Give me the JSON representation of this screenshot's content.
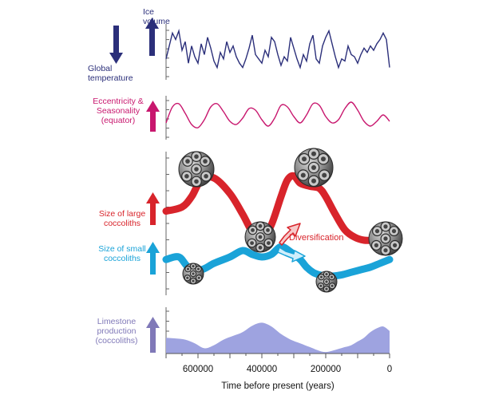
{
  "labels": {
    "ice_volume": "Ice volume",
    "global_temperature": "Global temperature",
    "eccentricity": "Eccentricity & Seasonality (equator)",
    "size_large": "Size of large coccoliths",
    "size_small": "Size of small coccoliths",
    "limestone": "Limestone production (coccoliths)",
    "diversification": "Diversification",
    "xlabel": "Time before present (years)"
  },
  "colors": {
    "ice": "#2b2f7a",
    "ecc": "#c8176e",
    "large": "#d8242b",
    "small": "#1aa3d8",
    "limestone_fill": "#9ea3e0",
    "limestone_text": "#8079b8",
    "axis": "#666666"
  },
  "chart_data": [
    {
      "type": "line",
      "xlim": [
        700000,
        0
      ],
      "xticks": [
        600000,
        400000,
        200000,
        0
      ],
      "series": [
        {
          "x": [
            700000,
            690000,
            680000,
            670000,
            660000,
            650000,
            640000,
            630000,
            620000,
            610000,
            600000,
            590000,
            580000,
            570000,
            560000,
            550000,
            540000,
            530000,
            520000,
            510000,
            500000,
            490000,
            480000,
            470000,
            460000,
            450000,
            440000,
            430000,
            420000,
            410000,
            400000,
            390000,
            380000,
            370000,
            360000,
            350000,
            340000,
            330000,
            320000,
            310000,
            300000,
            290000,
            280000,
            270000,
            260000,
            250000,
            240000,
            230000,
            220000,
            210000,
            200000,
            190000,
            180000,
            170000,
            160000,
            150000,
            140000,
            130000,
            120000,
            110000,
            100000,
            90000,
            80000,
            70000,
            60000,
            50000,
            40000,
            30000,
            20000,
            10000,
            0
          ],
          "y": [
            0.3,
            0.6,
            0.9,
            0.75,
            0.95,
            0.5,
            0.7,
            0.2,
            0.6,
            0.35,
            0.2,
            0.65,
            0.4,
            0.8,
            0.55,
            0.25,
            0.1,
            0.45,
            0.3,
            0.7,
            0.45,
            0.6,
            0.35,
            0.2,
            0.1,
            0.3,
            0.55,
            0.85,
            0.4,
            0.3,
            0.2,
            0.5,
            0.35,
            0.8,
            0.7,
            0.4,
            0.15,
            0.35,
            0.25,
            0.8,
            0.55,
            0.3,
            0.1,
            0.4,
            0.25,
            0.65,
            0.85,
            0.3,
            0.2,
            0.6,
            0.8,
            0.95,
            0.65,
            0.35,
            0.1,
            0.3,
            0.25,
            0.6,
            0.4,
            0.35,
            0.2,
            0.4,
            0.55,
            0.45,
            0.6,
            0.5,
            0.65,
            0.75,
            0.9,
            0.75,
            0.1
          ]
        }
      ]
    },
    {
      "type": "line",
      "xlim": [
        700000,
        0
      ],
      "xticks": [
        600000,
        400000,
        200000,
        0
      ],
      "series": [
        {
          "x": [
            700000,
            680000,
            660000,
            640000,
            620000,
            600000,
            580000,
            560000,
            540000,
            520000,
            500000,
            480000,
            460000,
            440000,
            420000,
            400000,
            380000,
            360000,
            340000,
            320000,
            300000,
            280000,
            260000,
            240000,
            220000,
            200000,
            180000,
            160000,
            140000,
            120000,
            100000,
            80000,
            60000,
            40000,
            20000,
            0
          ],
          "y": [
            0.3,
            0.8,
            0.9,
            0.6,
            0.25,
            0.15,
            0.4,
            0.8,
            0.9,
            0.65,
            0.35,
            0.25,
            0.45,
            0.75,
            0.7,
            0.4,
            0.2,
            0.45,
            0.85,
            0.8,
            0.5,
            0.3,
            0.55,
            0.9,
            0.85,
            0.5,
            0.3,
            0.4,
            0.75,
            0.95,
            0.7,
            0.35,
            0.2,
            0.35,
            0.55,
            0.35
          ]
        }
      ]
    },
    {
      "type": "line",
      "xlim": [
        700000,
        0
      ],
      "xticks": [
        600000,
        400000,
        200000,
        0
      ],
      "series": [
        {
          "x": [
            700000,
            650000,
            620000,
            590000,
            550000,
            500000,
            460000,
            430000,
            400000,
            370000,
            340000,
            320000,
            300000,
            280000,
            250000,
            220000,
            200000,
            170000,
            140000,
            110000,
            80000,
            50000,
            20000,
            0
          ],
          "y": [
            0.58,
            0.62,
            0.72,
            0.88,
            0.9,
            0.75,
            0.55,
            0.38,
            0.3,
            0.45,
            0.72,
            0.88,
            0.92,
            0.85,
            0.82,
            0.8,
            0.72,
            0.55,
            0.4,
            0.33,
            0.3,
            0.3,
            0.3,
            0.3
          ]
        },
        {
          "x": [
            700000,
            660000,
            630000,
            590000,
            550000,
            500000,
            460000,
            430000,
            400000,
            370000,
            340000,
            310000,
            280000,
            260000,
            240000,
            220000,
            200000,
            180000,
            150000,
            120000,
            90000,
            60000,
            30000,
            0
          ],
          "y": [
            0.28,
            0.3,
            0.22,
            0.2,
            0.25,
            0.3,
            0.35,
            0.32,
            0.3,
            0.32,
            0.38,
            0.34,
            0.28,
            0.22,
            0.18,
            0.16,
            0.15,
            0.15,
            0.16,
            0.18,
            0.2,
            0.22,
            0.25,
            0.28
          ]
        }
      ]
    },
    {
      "type": "area",
      "xlim": [
        700000,
        0
      ],
      "xticks": [
        600000,
        400000,
        200000,
        0
      ],
      "series": [
        {
          "x": [
            700000,
            670000,
            640000,
            610000,
            580000,
            550000,
            520000,
            490000,
            460000,
            430000,
            400000,
            370000,
            340000,
            310000,
            280000,
            250000,
            220000,
            200000,
            180000,
            160000,
            140000,
            120000,
            100000,
            80000,
            60000,
            40000,
            20000,
            0
          ],
          "y": [
            0.4,
            0.38,
            0.35,
            0.25,
            0.12,
            0.2,
            0.35,
            0.45,
            0.55,
            0.72,
            0.8,
            0.7,
            0.5,
            0.35,
            0.25,
            0.15,
            0.05,
            0.02,
            0.05,
            0.1,
            0.15,
            0.2,
            0.3,
            0.4,
            0.55,
            0.65,
            0.7,
            0.58
          ]
        }
      ]
    }
  ]
}
